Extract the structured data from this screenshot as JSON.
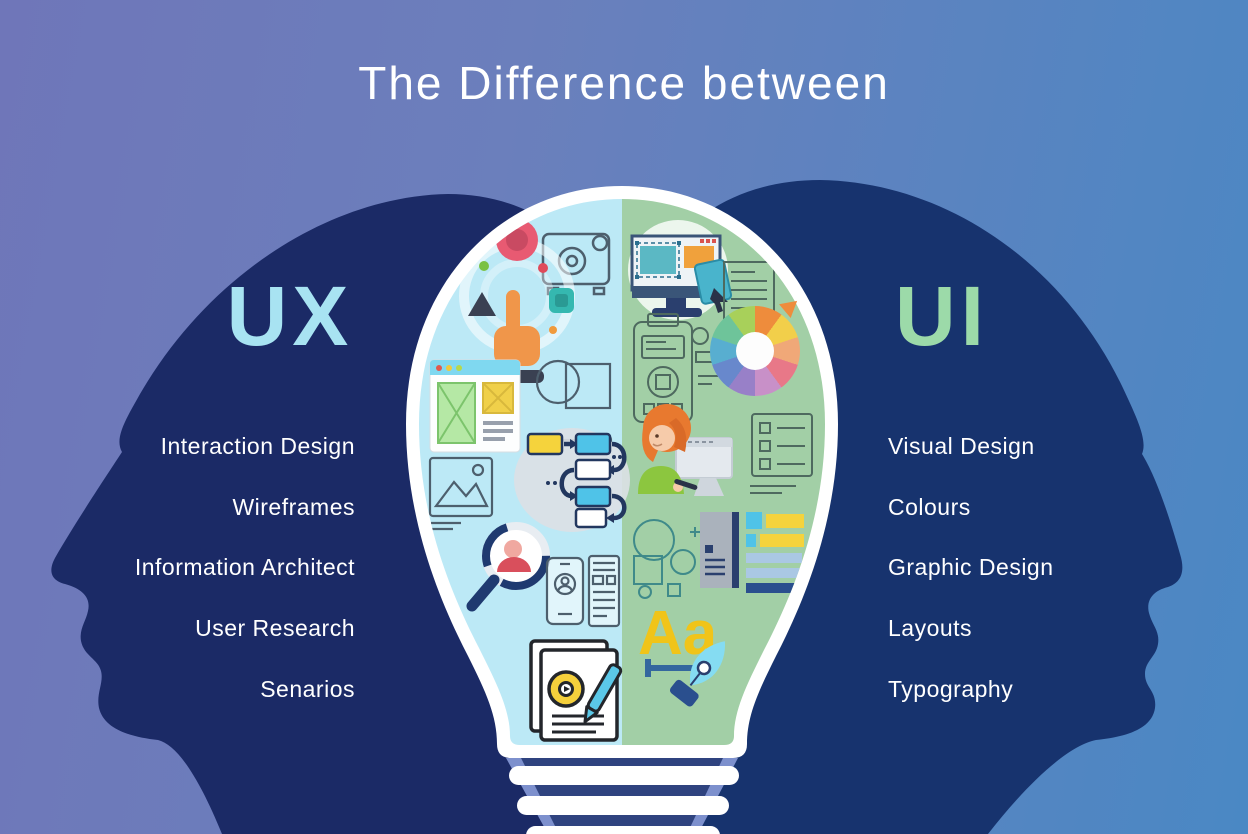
{
  "title": "The Difference between",
  "ux": {
    "heading": "UX",
    "items": [
      "Interaction Design",
      "Wireframes",
      "Information Architect",
      "User Research",
      "Senarios"
    ],
    "icons": [
      "camera-icon",
      "touch-interaction-icon",
      "wireframe-browser-icon",
      "shapes-sketch-icon",
      "image-placeholder-icon",
      "user-flow-icon",
      "user-research-magnifier-icon",
      "phone-wireframe-icon",
      "scenario-document-icon"
    ]
  },
  "ui": {
    "heading": "UI",
    "items": [
      "Visual Design",
      "Colours",
      "Graphic Design",
      "Layouts",
      "Typography"
    ],
    "icons": [
      "design-software-monitor-icon",
      "document-sketch-icon",
      "color-wheel-icon",
      "app-sketch-icon",
      "designer-at-computer-icon",
      "checklist-icon",
      "shapes-outline-icon",
      "style-guide-icon",
      "typography-aa-icon",
      "pen-nib-icon"
    ]
  },
  "typography_sample": "Aa",
  "colors": {
    "bg_left": "#6f76b9",
    "bg_right": "#4a88c4",
    "head_left": "#1b2a66",
    "head_right": "#17336e",
    "bulb_outline": "#ffffff",
    "bulb_left": "#bce9f6",
    "bulb_right": "#a2cfa6",
    "base_fill": "#7d90cd",
    "base_stripe": "#2f437f",
    "ux_heading": "#a8e3f2",
    "ui_heading": "#9cdaa9",
    "text": "#ffffff",
    "sketch_outline": "#4d5f6d",
    "accent_yellow": "#f0c419",
    "accent_cyan": "#4fc3e8",
    "accent_orange": "#f0964a",
    "accent_navy": "#22375f"
  },
  "color_wheel_segments": [
    "#ee8c3c",
    "#f2cf4a",
    "#f0a878",
    "#e87888",
    "#c890c8",
    "#9880c8",
    "#6888cc",
    "#58aed0",
    "#6ec49a",
    "#a8d05a"
  ]
}
